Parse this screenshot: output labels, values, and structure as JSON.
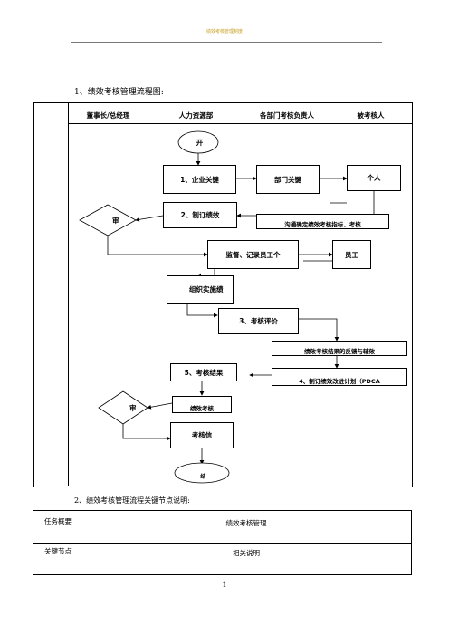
{
  "header": {
    "text": "绩效考核管理制度"
  },
  "section1": {
    "title": "1、绩效考核管理流程图:"
  },
  "columns": [
    "董事长/总经理",
    "人力资源部",
    "各部门考核负责人",
    "被考核人"
  ],
  "flow": {
    "start": "开",
    "b1": "1、企业关键",
    "b2": "部门关键",
    "b3": "个人",
    "b4": "2、制订绩效",
    "b5": "沟通确定绩效考核指标、考核",
    "diamond1": "审",
    "b6": "监督、记录员工个",
    "b7": "员工",
    "b8": "组织实施绩",
    "b9": "3、考核评价",
    "b10": "绩效考核结果的反馈与辅效",
    "b11": "5、考核结果",
    "b12": "4、制订绩效改进计划（PDCA",
    "b13": "绩效考核",
    "diamond2": "审",
    "b14": "考核信",
    "end": "结"
  },
  "section2": {
    "title": "2、绩效考核管理流程关键节点说明:"
  },
  "table": {
    "r1_label": "任务概要",
    "r1_value": "绩效考核管理",
    "r2_label": "关键节点",
    "r2_value": "相关说明"
  },
  "page": {
    "number": "1"
  }
}
